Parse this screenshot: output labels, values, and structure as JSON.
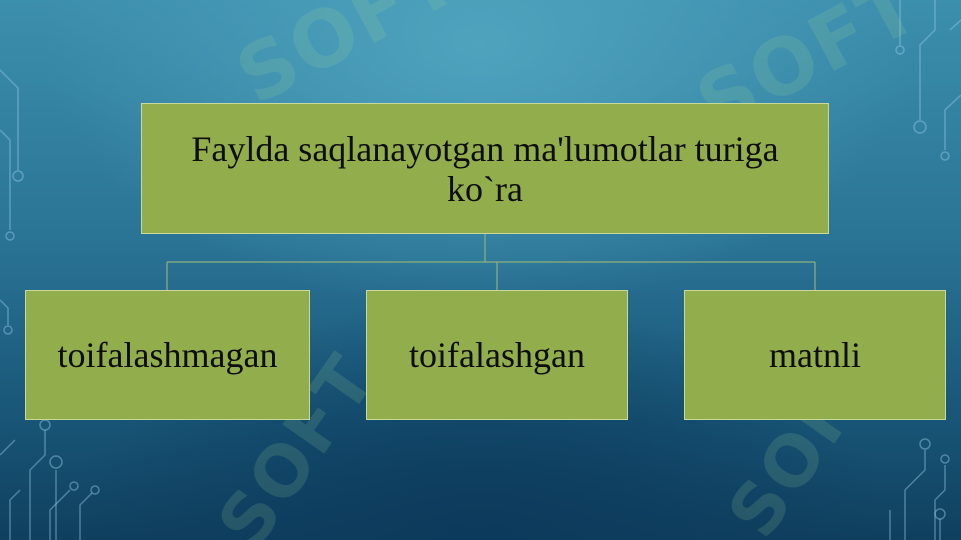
{
  "diagram": {
    "root": {
      "label": "Faylda saqlanayotgan ma'lumotlar turiga ko`ra"
    },
    "children": [
      {
        "label": "toifalashmagan"
      },
      {
        "label": "toifalashgan"
      },
      {
        "label": "matnli"
      }
    ]
  },
  "watermark": {
    "text": "SOFT"
  },
  "colors": {
    "box_fill": "#92ad4b",
    "box_border": "#c9d99a",
    "connector": "#8fb07f",
    "background_top": "#3c8fad",
    "background_bottom": "#103f5e"
  }
}
